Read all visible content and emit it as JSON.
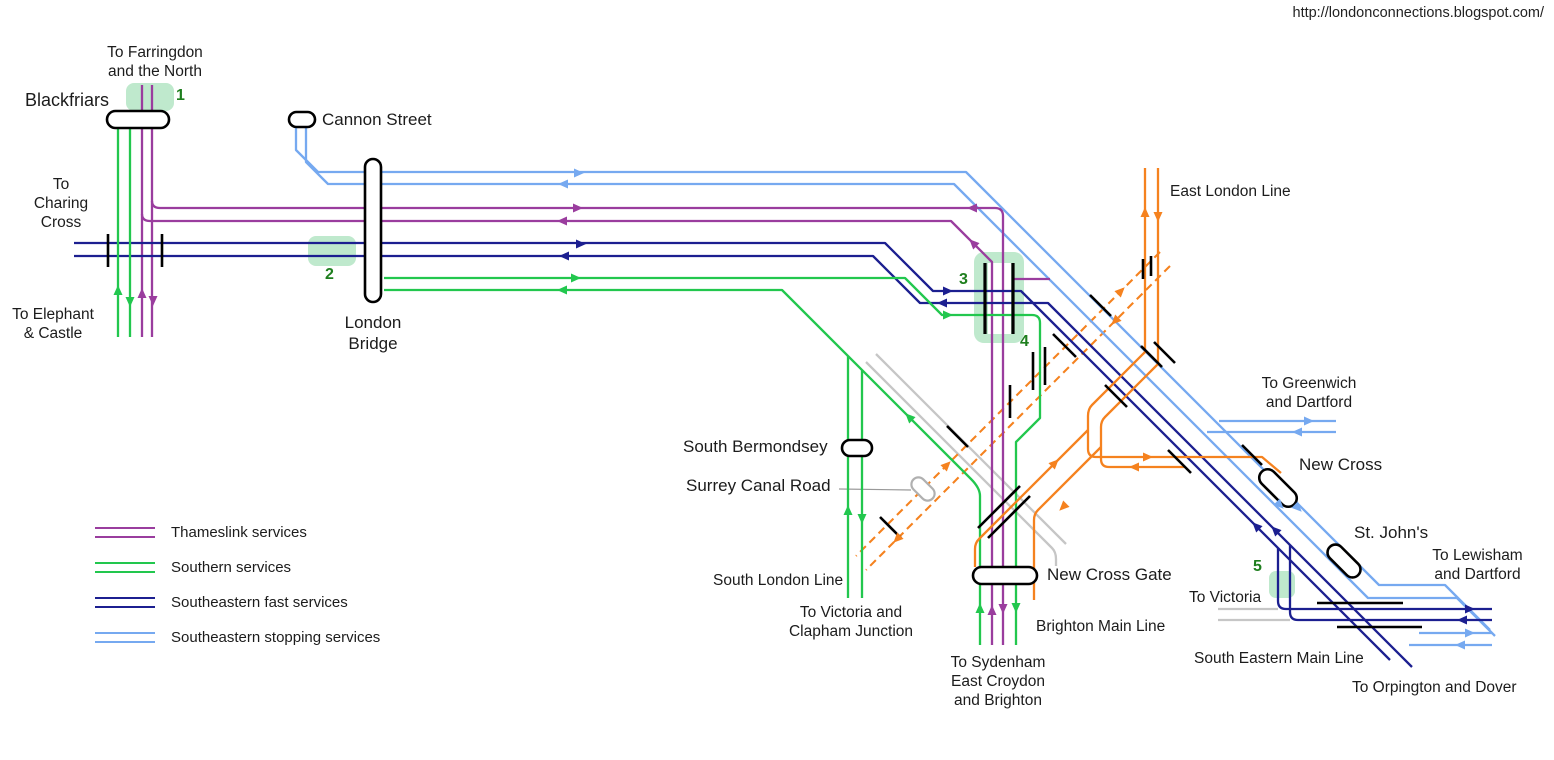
{
  "page_url": "http://londonconnections.blogspot.com/",
  "colors": {
    "thameslink": "#9a3d9e",
    "southern": "#22c74e",
    "southeastern_fast": "#1c1f90",
    "southeastern_stopping": "#76a9f0",
    "east_london": "#f5821f",
    "other_grey": "#c6c6c6",
    "highlight": "#bfe9cd",
    "number_green": "#1e7e1e",
    "text": "#1c1c1c",
    "station_stroke": "#000000",
    "proposed_station_stroke": "#b0b0b0"
  },
  "legend": {
    "items": [
      {
        "label": "Thameslink services",
        "color": "thameslink"
      },
      {
        "label": "Southern services",
        "color": "southern"
      },
      {
        "label": "Southeastern fast services",
        "color": "southeastern_fast"
      },
      {
        "label": "Southeastern stopping services",
        "color": "southeastern_stopping"
      }
    ]
  },
  "stations": {
    "blackfriars": "Blackfriars",
    "cannon_street": "Cannon Street",
    "london_bridge": "London\nBridge",
    "south_bermondsey": "South Bermondsey",
    "surrey_canal_road": "Surrey Canal Road",
    "new_cross_gate": "New Cross Gate",
    "new_cross": "New Cross",
    "st_johns": "St. John's"
  },
  "destinations": {
    "farringdon": "To Farringdon\nand the North",
    "charing_cross": "To\nCharing\nCross",
    "elephant": "To Elephant\n& Castle",
    "greenwich": "To Greenwich\nand Dartford",
    "lewisham": "To Lewisham\nand Dartford",
    "victoria": "To Victoria",
    "victoria_clapham": "To Victoria and\nClapham Junction",
    "sydenham": "To Sydenham\nEast Croydon\nand Brighton",
    "orpington": "To Orpington and Dover"
  },
  "route_labels": {
    "east_london_line": "East London Line",
    "south_london_line": "South London Line",
    "brighton_main_line": "Brighton Main Line",
    "south_eastern_main_line": "South Eastern Main Line"
  },
  "markers": {
    "n1": "1",
    "n2": "2",
    "n3": "3",
    "n4": "4",
    "n5": "5"
  }
}
